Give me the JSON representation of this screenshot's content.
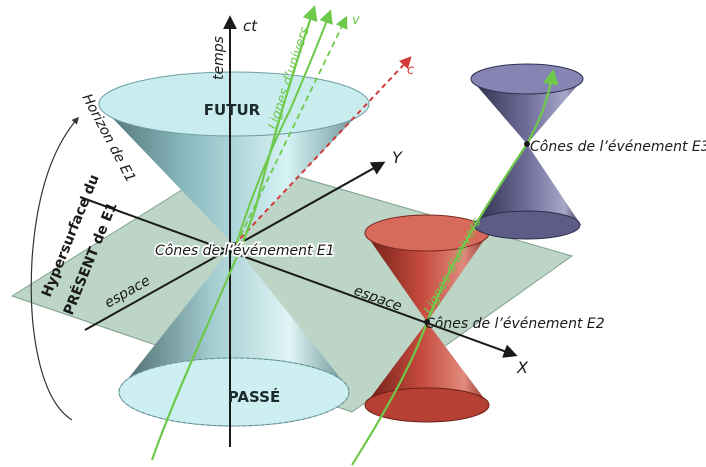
{
  "axes": {
    "time_label": "temps",
    "ct_label": "ct",
    "y_label": "Y",
    "x_label": "X",
    "c_label": "c",
    "v_label": "v"
  },
  "labels": {
    "futur": "FUTUR",
    "passe": "PASSÉ",
    "horizon": "Horizon de E1",
    "hypersurface_line1": "Hypersurface du",
    "hypersurface_line2": "PRÉSENT de E1",
    "espace_left": "espace",
    "espace_right": "espace",
    "cones_e1": "Cônes de l’événement E1",
    "cones_e2": "Cônes de l’événement E2",
    "cones_e3": "Cônes de l’événement E3",
    "lignes_univers_1": "Lignes d’univers",
    "lignes_univers_2": "Lignes d’univers"
  },
  "colors": {
    "plane": "#a9c9b6",
    "future_cone": "#9bd0d6",
    "past_cone": "#b7dfe2",
    "red_cone": "#c2463a",
    "purple_cone": "#6f6e9b",
    "world_line": "#6ec94a",
    "light_ray": "#d23a3a",
    "axis": "#1a1a1a"
  }
}
